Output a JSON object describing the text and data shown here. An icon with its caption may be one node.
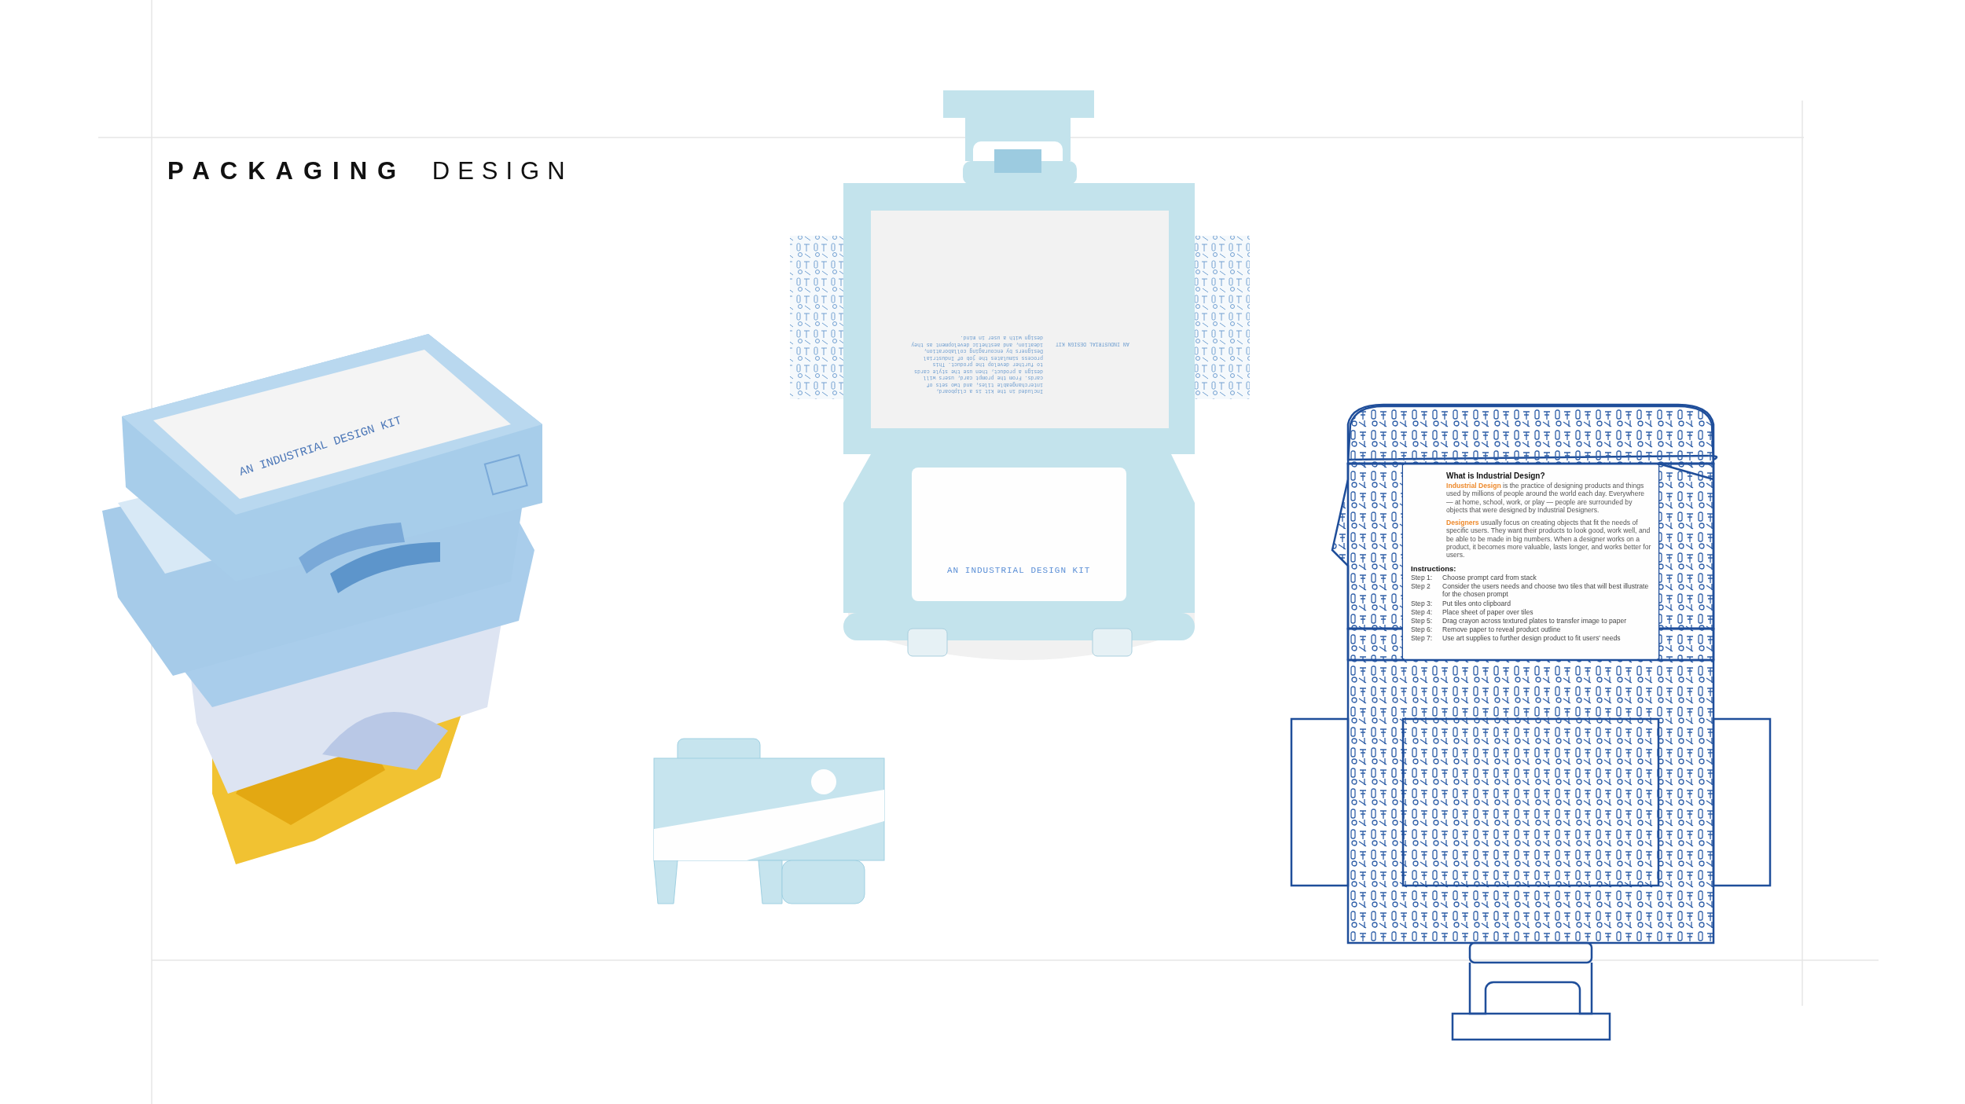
{
  "diagram": {
    "title": "**PACKAGING** DESIGN",
    "labels": [
      "AN INDUSTRIAL DESIGN KIT",
      "Included in the kit is a clipboard, interchangeable tiles, and two sets of cards. From the prompt card, users will design a product, then use the style cards to further develop the product. This process simulates the job of Industrial Designers by encouraging collaboration, ideation, and aesthetic development as they design with a user in mind.",
      "AN INDUSTRIAL DESIGN KIT",
      "AN INDUSTRIAL DESIGN KIT",
      "What is Industrial Design?",
      "**Industrial Design** is the practice of designing products and things used by millions of people around the world each day. Everywhere — at home, school, work, or play — people are surrounded by objects that were designed by Industrial Designers.",
      "**Designers** usually focus on creating objects that fit the needs of specific users. They want their products to look good, work well, and be able to be made in big numbers. When a designer works on a product, it becomes more valuable, lasts longer, and works better for users.",
      "Instructions:",
      "Step 1:",
      "Choose prompt card from stack",
      "Step 2",
      "Consider the users needs and choose two tiles that will best illustrate for the chosen prompt",
      "Step 3:",
      "Put tiles onto clipboard",
      "Step 4:",
      "Place sheet of paper over tiles",
      "Step 5:",
      "Drag crayon across textured plates to transfer image to paper",
      "Step 6:",
      "Remove paper to reveal product outline",
      "Step 7:",
      "Use art supplies to further design product to fit users' needs"
    ]
  }
}
